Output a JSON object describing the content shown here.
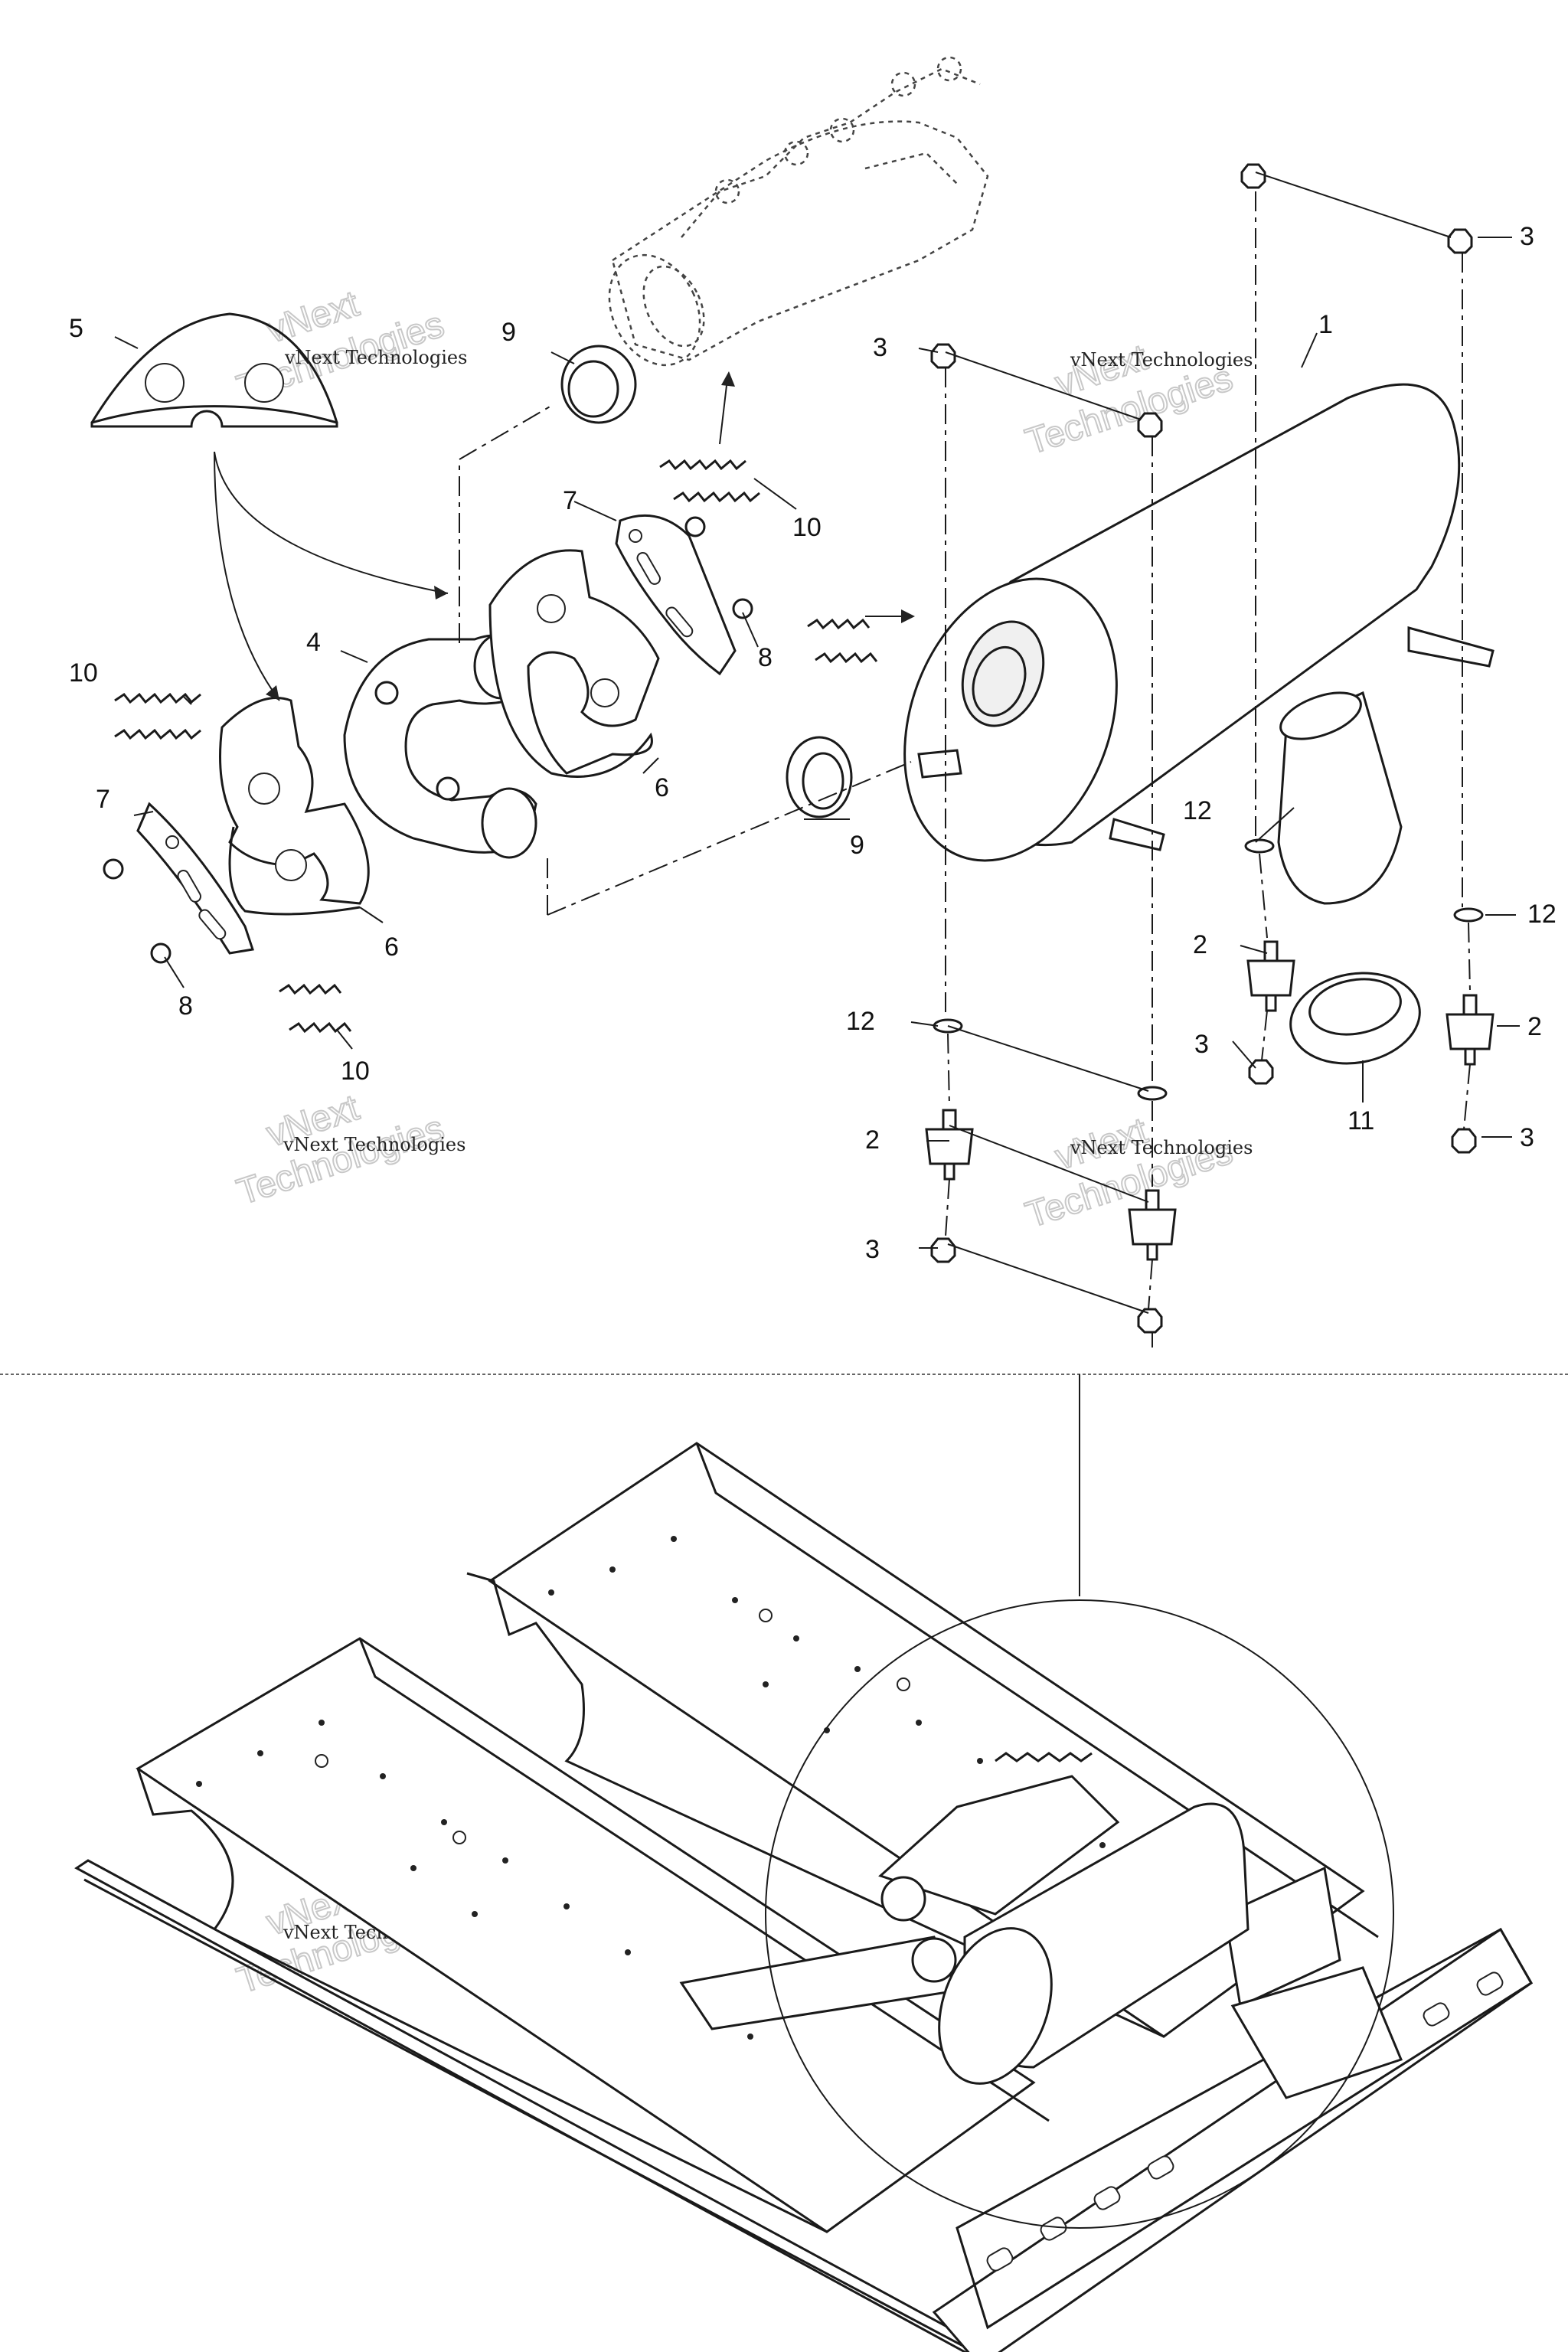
{
  "callouts": {
    "c1": "1",
    "c2a": "2",
    "c2b": "2",
    "c2c": "2",
    "c3a": "3",
    "c3b": "3",
    "c3c": "3",
    "c3d": "3",
    "c3e": "3",
    "c4": "4",
    "c5": "5",
    "c6a": "6",
    "c6b": "6",
    "c7a": "7",
    "c7b": "7",
    "c8a": "8",
    "c8b": "8",
    "c9a": "9",
    "c9b": "9",
    "c10a": "10",
    "c10b": "10",
    "c10c": "10",
    "c11": "11",
    "c12a": "12",
    "c12b": "12",
    "c12c": "12"
  },
  "watermark": {
    "line1": "vNext",
    "line2": "Technologies",
    "small": "vNext Technologies"
  },
  "colors": {
    "ink": "#1a1a1a",
    "watermark": "#c8c8c8"
  }
}
